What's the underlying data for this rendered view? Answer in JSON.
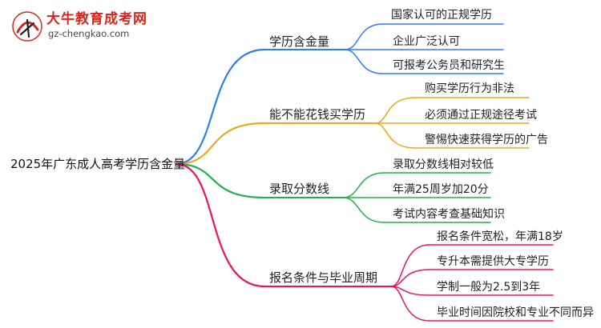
{
  "logo": {
    "badge_text": "大牛",
    "title": "大牛教育成考网",
    "url": "gz-chengkao.com"
  },
  "mindmap": {
    "root": "2025年广东成人高考学历含金量",
    "branches": [
      {
        "label": "学历含金量",
        "color": "#2f7df6",
        "children": [
          "国家认可的正规学历",
          "企业广泛认可",
          "可报考公务员和研究生"
        ]
      },
      {
        "label": "能不能花钱买学历",
        "color": "#f0a81a",
        "children": [
          "购买学历行为非法",
          "必须通过正规途径考试",
          "警惕快速获得学历的广告"
        ]
      },
      {
        "label": "录取分数线",
        "color": "#22b14c",
        "children": [
          "录取分数线相对较低",
          "年满25周岁加20分",
          "考试内容考查基础知识"
        ]
      },
      {
        "label": "报名条件与毕业周期",
        "color": "#e8175d",
        "children": [
          "报名条件宽松，年满18岁",
          "专升本需提供大专学历",
          "学制一般为2.5到3年",
          "毕业时间因院校和专业不同而异"
        ]
      }
    ]
  }
}
